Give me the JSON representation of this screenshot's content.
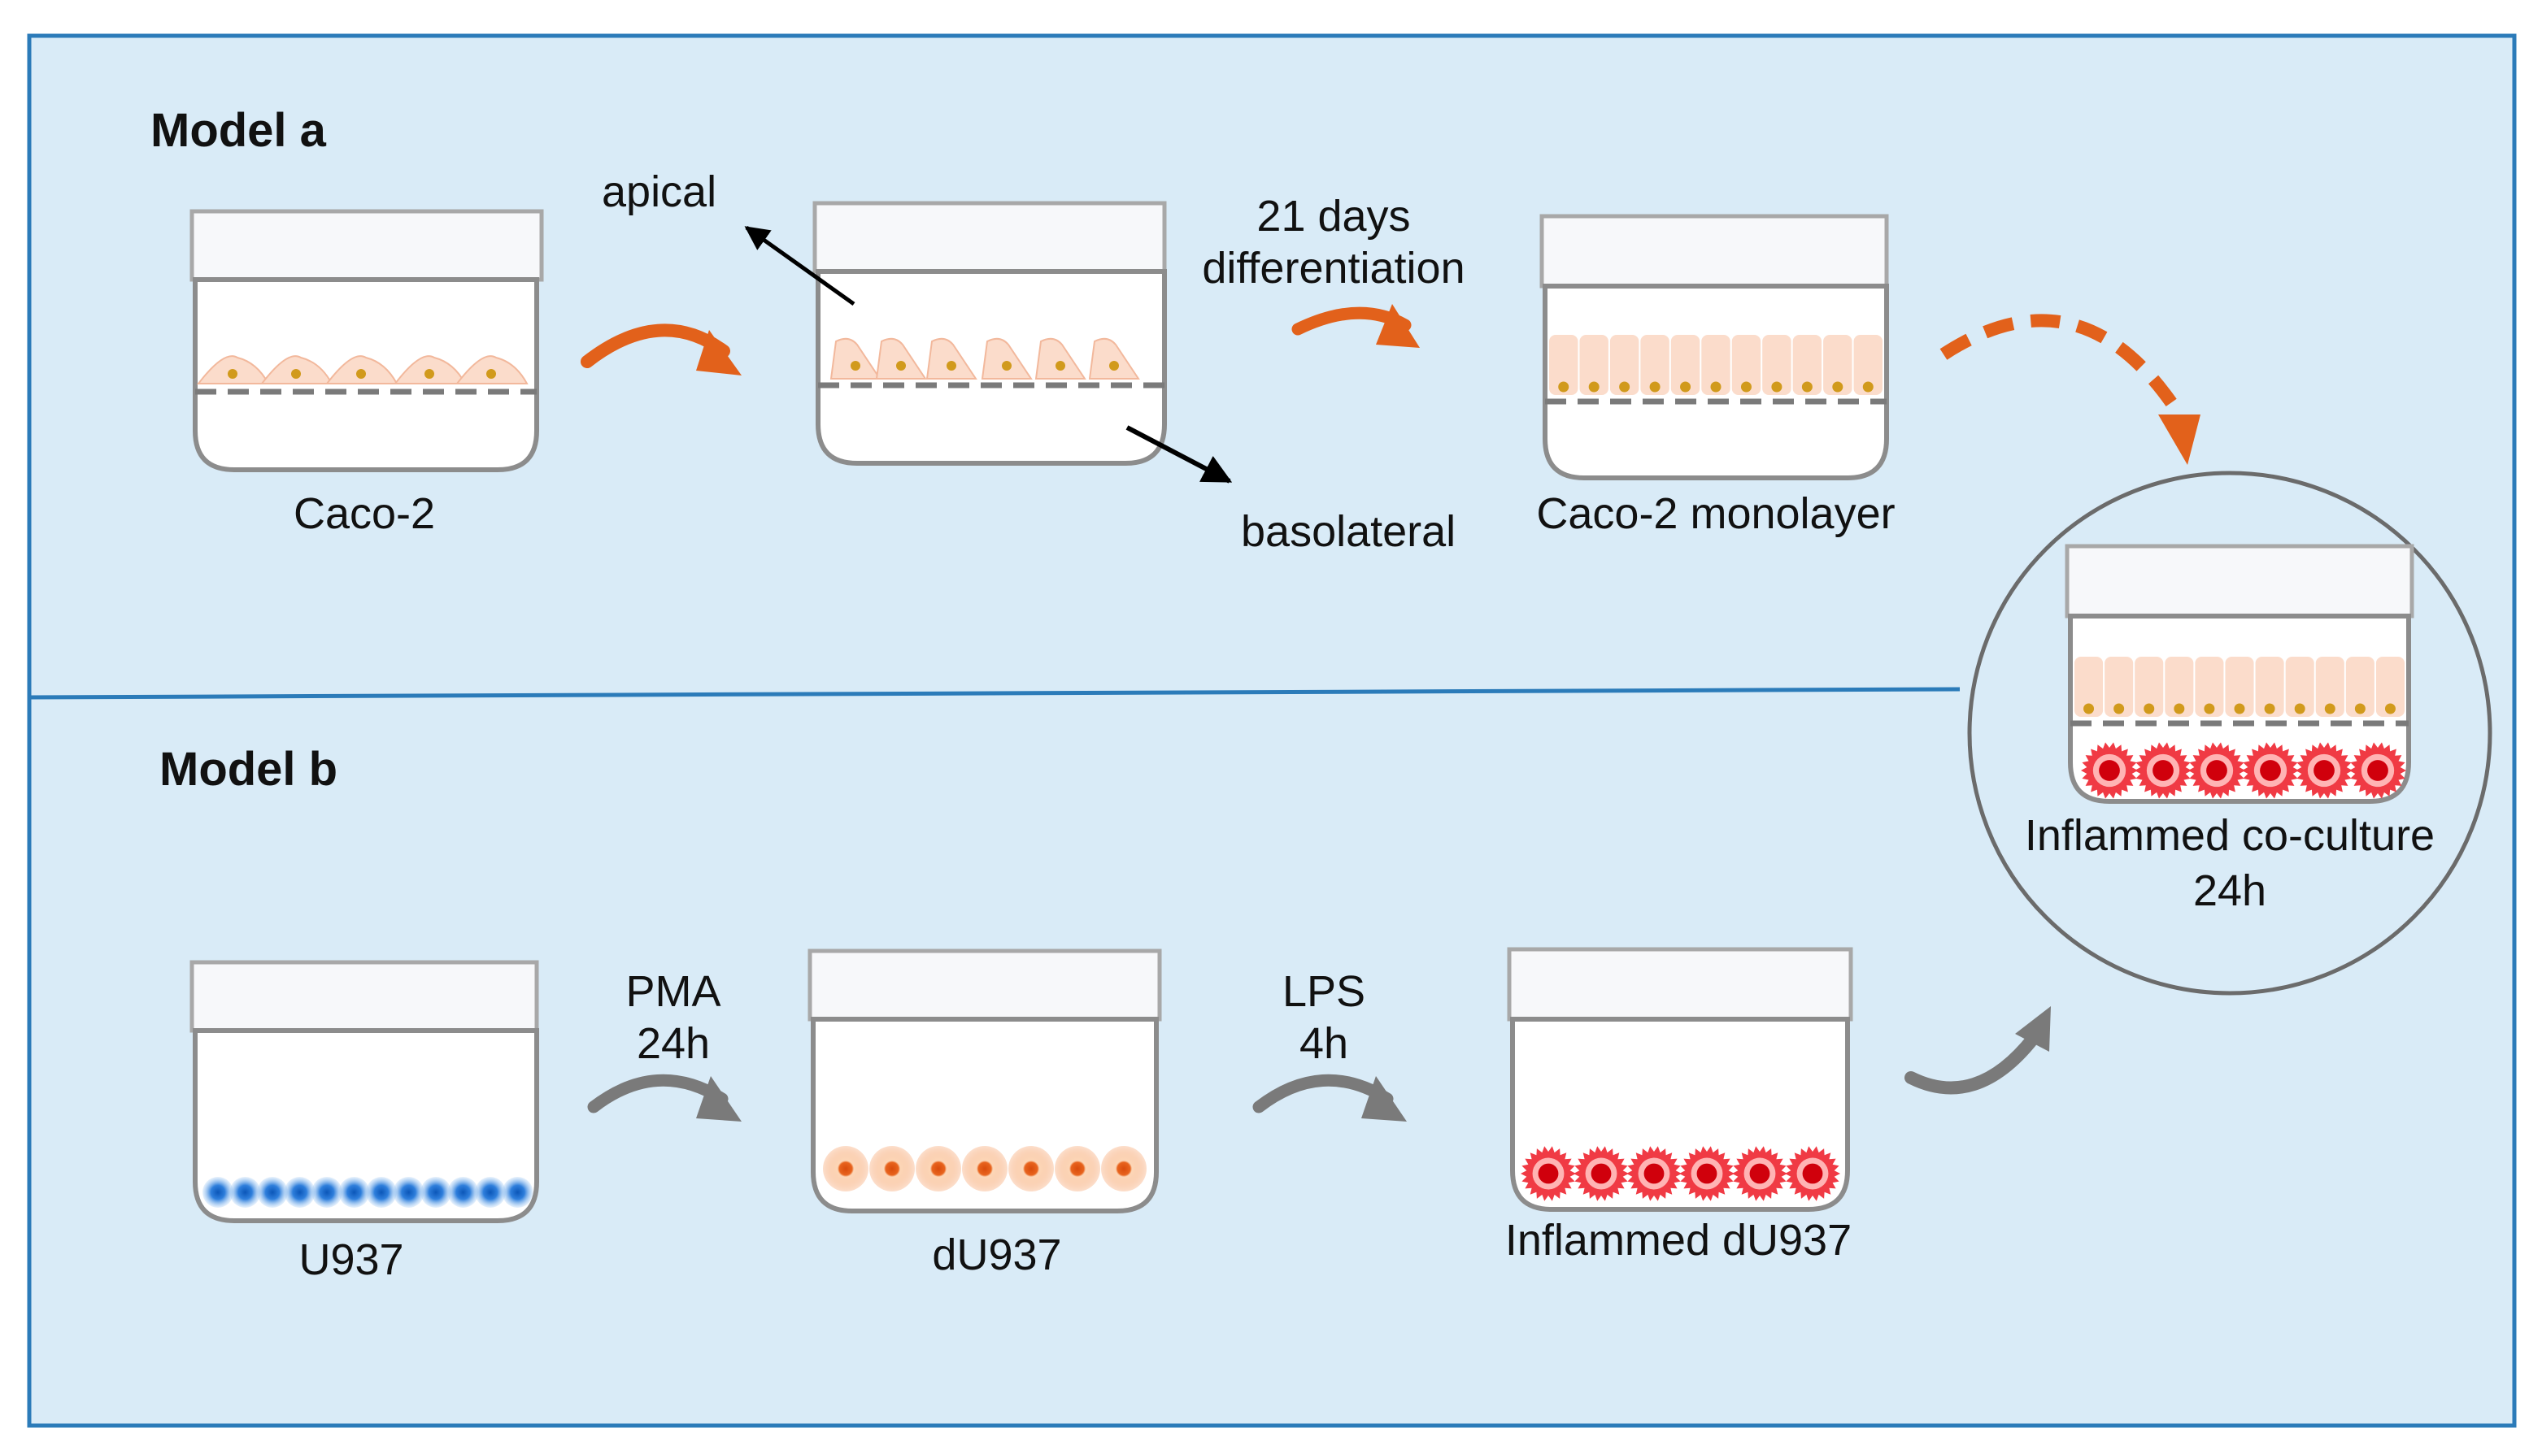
{
  "panel_a": {
    "title": "Model a",
    "caco2_label": "Caco-2",
    "apical_label": "apical",
    "basolateral_label": "basolateral",
    "diff_line1": "21 days",
    "diff_line2": "differentiation",
    "monolayer_label": "Caco-2 monolayer"
  },
  "panel_b": {
    "title": "Model b",
    "u937_label": "U937",
    "pma_line1": "PMA",
    "pma_line2": "24h",
    "du937_label": "dU937",
    "lps_line1": "LPS",
    "lps_line2": "4h",
    "inflamed_label": "Inflammed dU937"
  },
  "coculture": {
    "label_line1": "Inflammed co-culture",
    "label_line2": "24h"
  },
  "colors": {
    "panel_bg": "#d9ebf7",
    "panel_border": "#2b7bb9",
    "orange_arrow": "#e2611b",
    "gray_arrow": "#7a7a7a",
    "epithelial_cell": "#fbdccb",
    "nucleus": "#d19a1c",
    "u937_blue": "#1f6fd0",
    "du937_orange": "#e8641e",
    "inflamed_red": "#e3141e"
  }
}
